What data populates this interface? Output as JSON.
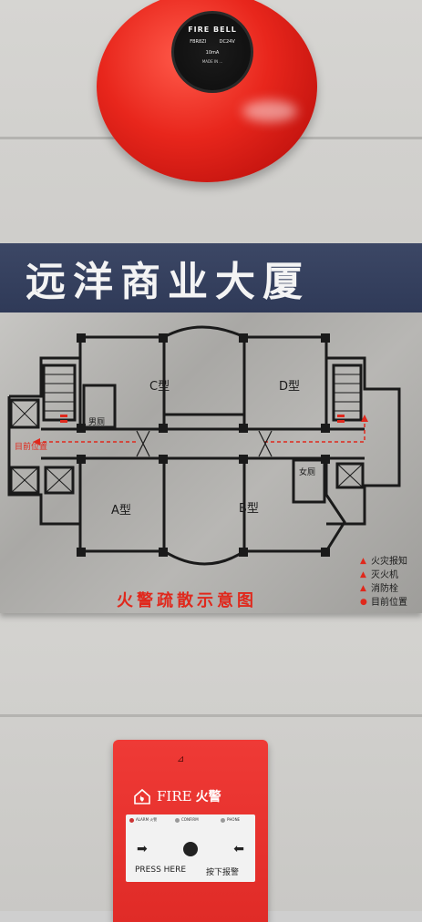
{
  "bell": {
    "title": "FIRE BELL",
    "model": "FBR8ZI",
    "voltage": "DC24V",
    "current": "10mA",
    "fine_print": "MADE IN ...",
    "icon": "fire-bell-icon"
  },
  "building": {
    "name": "远洋商业大厦"
  },
  "map": {
    "rooms": {
      "c": "C型",
      "d": "D型",
      "a": "A型",
      "b": "B型",
      "men": "男厕",
      "women": "女厕",
      "current_pos": "目前位置"
    },
    "caption": "火警疏散示意图",
    "legend": [
      {
        "symbol": "▲",
        "label": "火灾报知"
      },
      {
        "symbol": "▲",
        "label": "灭火机"
      },
      {
        "symbol": "▲",
        "label": "消防栓"
      },
      {
        "symbol": "●",
        "label": "目前位置"
      }
    ],
    "colors": {
      "accent": "#e0281c",
      "wall": "#1a1a1a"
    }
  },
  "call_point": {
    "fire_label": "FIRE",
    "fire_cn": "火警",
    "alarm": "ALARM 火警",
    "confirm": "CONFIRM",
    "phone": "PHONE",
    "press_here": "PRESS HERE",
    "press_cn": "按下报警",
    "icon": "house-fire-icon"
  }
}
